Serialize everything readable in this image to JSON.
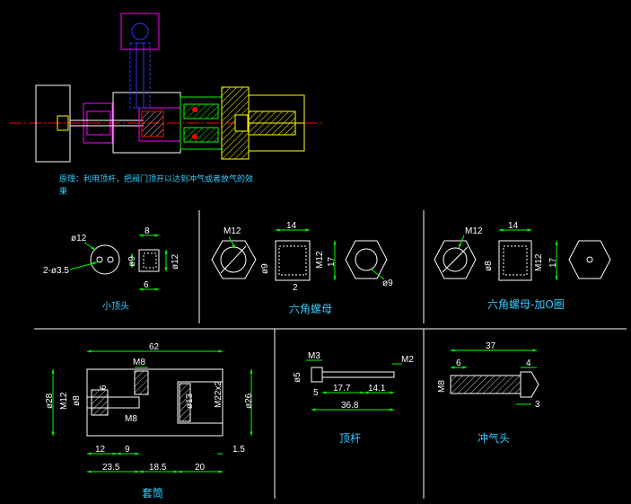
{
  "description": {
    "line1": "原理：利用顶杆，把阀门顶开以达到冲气或者放气的效",
    "line2": "果"
  },
  "captions": {
    "small_head": "小顶头",
    "hex_nut": "六角螺母",
    "hex_nut_oring": "六角螺母-加O圈",
    "sleeve": "套筒",
    "ejector_rod": "顶杆",
    "inflation_head": "冲气头"
  },
  "dims": {
    "small_head": {
      "phi12": "ø12",
      "holes": "2-ø3.5",
      "d8": "8",
      "phi9": "ø9",
      "phi12b": "ø12",
      "d6": "6"
    },
    "hex_nut": {
      "m12": "M12",
      "d14": "14",
      "phi9": "ø9",
      "m12b": "M12",
      "d17": "17",
      "d2": "2",
      "phi9b": "ø9"
    },
    "hex_nut_oring": {
      "m12": "M12",
      "d14": "14",
      "phi8": "ø8",
      "m12b": "M12",
      "d17": "17"
    },
    "sleeve": {
      "d62": "62",
      "m8": "M8",
      "d6": "6",
      "phi28": "ø28",
      "m12": "M12",
      "phi8": "ø8",
      "m8b": "M8",
      "phi13": "ø13",
      "m22": "M22x2",
      "phi26": "ø26",
      "d12": "12",
      "d9": "9",
      "d15": "1.5",
      "d235": "23.5",
      "d185": "18.5",
      "d20": "20"
    },
    "ejector_rod": {
      "m3": "M3",
      "m2": "M2",
      "phi5": "ø5",
      "d5": "5",
      "d177": "17.7",
      "d141": "14.1",
      "d368": "36.8"
    },
    "inflation_head": {
      "d37": "37",
      "d6": "6",
      "d4": "4",
      "m8": "M8",
      "d3": "3"
    }
  },
  "colors": {
    "background": "#000000",
    "dimension": "#00ff00",
    "outline": "#ffffff",
    "caption": "#33ccff",
    "centerline": "#ff0000",
    "hatch_yellow": "#ffff00",
    "magenta": "#ff00ff",
    "blue": "#3355ff"
  }
}
